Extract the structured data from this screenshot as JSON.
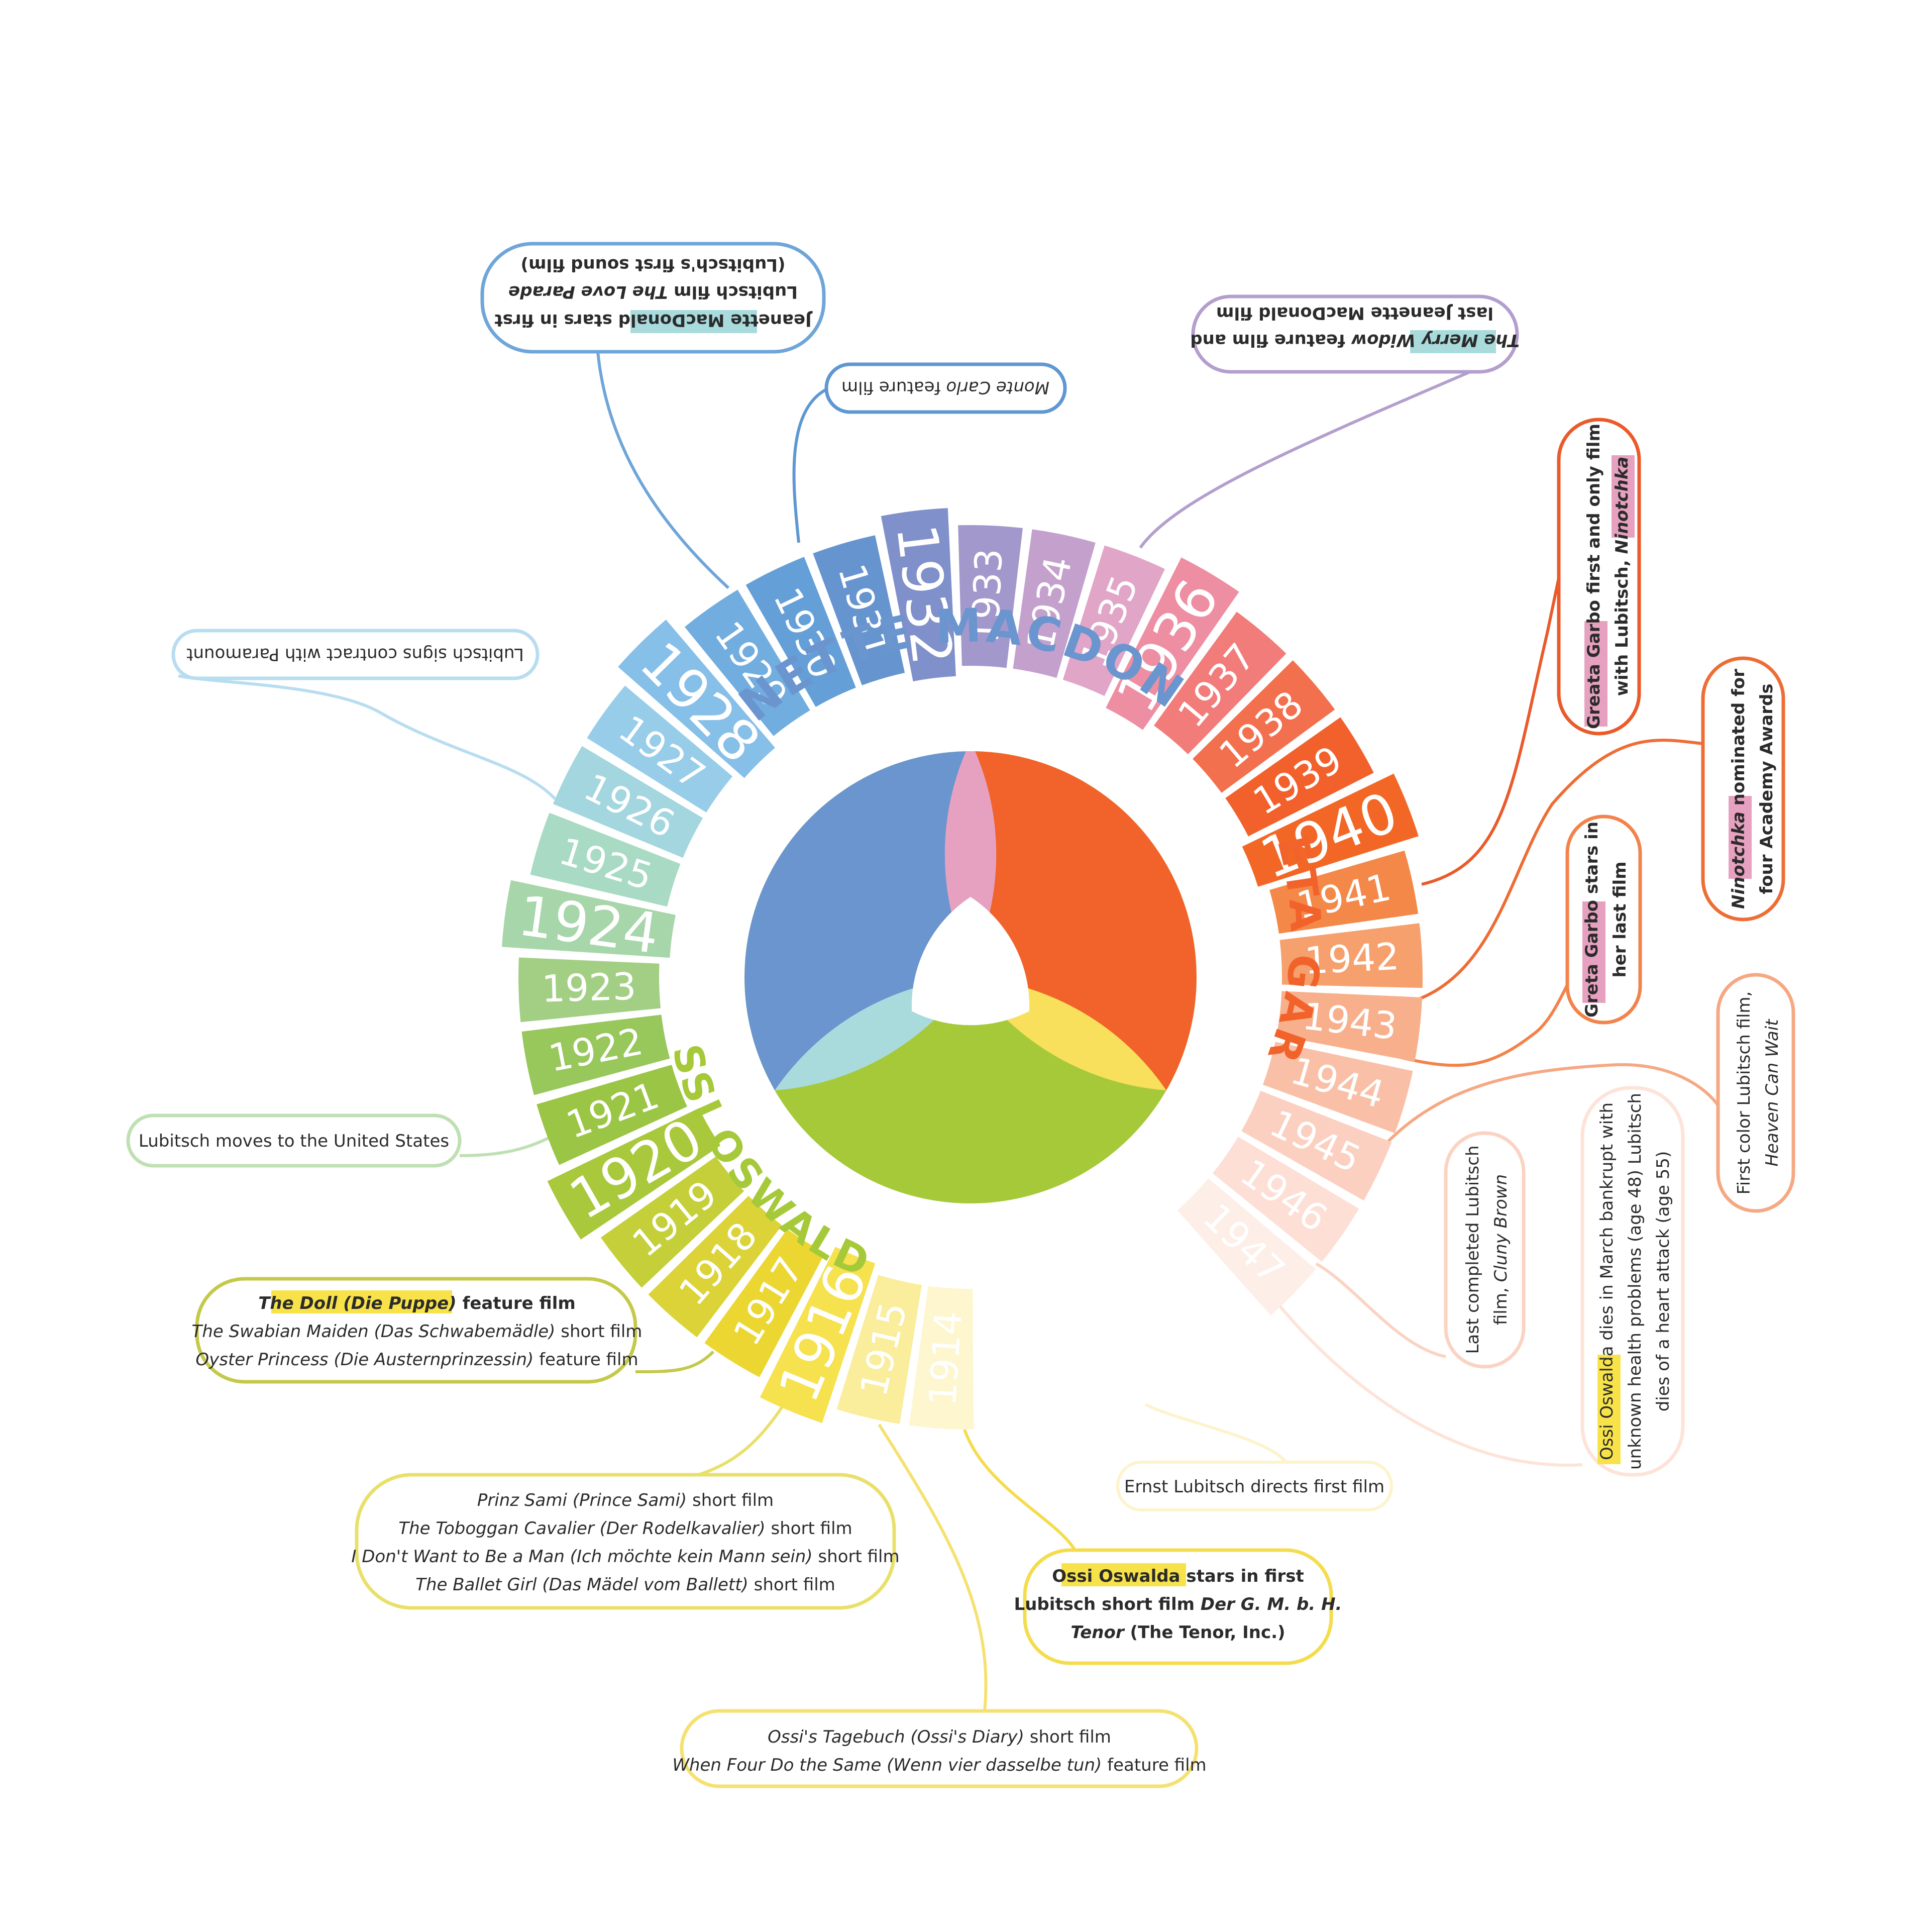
{
  "colors": {
    "jeanette": "#6b95cf",
    "greta": "#f1632a",
    "ossi": "#a6c93a",
    "pink": "#e7a1c0",
    "cyan": "#a9dbdd",
    "yellow": "#f8df5c",
    "highlight_yellow": "#f7e349",
    "highlight_cyan": "#a9dbdd",
    "highlight_pink": "#e7a1c0"
  },
  "actresses": {
    "jeanette": "JEANETTE MACDONALD",
    "greta": "GRETA GARBO",
    "ossi": "OSSI OSWALDA"
  },
  "years": [
    {
      "year": "1914",
      "color": "#fdf6cf",
      "emphasis": false
    },
    {
      "year": "1915",
      "color": "#faed9c",
      "emphasis": false
    },
    {
      "year": "1916",
      "color": "#f6e14f",
      "emphasis": true
    },
    {
      "year": "1917",
      "color": "#ecd632",
      "emphasis": false
    },
    {
      "year": "1918",
      "color": "#dbd338",
      "emphasis": false
    },
    {
      "year": "1919",
      "color": "#c4cf3a",
      "emphasis": false
    },
    {
      "year": "1920",
      "color": "#a9c83c",
      "emphasis": true
    },
    {
      "year": "1921",
      "color": "#9bc544",
      "emphasis": false
    },
    {
      "year": "1922",
      "color": "#98c75c",
      "emphasis": false
    },
    {
      "year": "1923",
      "color": "#a2cf83",
      "emphasis": false
    },
    {
      "year": "1924",
      "color": "#a6d6a9",
      "emphasis": true
    },
    {
      "year": "1925",
      "color": "#a8dac4",
      "emphasis": false
    },
    {
      "year": "1926",
      "color": "#a3d6df",
      "emphasis": false
    },
    {
      "year": "1927",
      "color": "#97cde9",
      "emphasis": false
    },
    {
      "year": "1928",
      "color": "#86bfe8",
      "emphasis": true
    },
    {
      "year": "1929",
      "color": "#72addf",
      "emphasis": false
    },
    {
      "year": "1930",
      "color": "#659fd8",
      "emphasis": false
    },
    {
      "year": "1931",
      "color": "#6694cf",
      "emphasis": false
    },
    {
      "year": "1932",
      "color": "#7f90cb",
      "emphasis": true
    },
    {
      "year": "1933",
      "color": "#a398cb",
      "emphasis": false
    },
    {
      "year": "1934",
      "color": "#c4a0cc",
      "emphasis": false
    },
    {
      "year": "1935",
      "color": "#e1a5c7",
      "emphasis": false
    },
    {
      "year": "1936",
      "color": "#ee8ea3",
      "emphasis": true
    },
    {
      "year": "1937",
      "color": "#f17c7a",
      "emphasis": false
    },
    {
      "year": "1938",
      "color": "#f3704f",
      "emphasis": false
    },
    {
      "year": "1939",
      "color": "#f2612c",
      "emphasis": false
    },
    {
      "year": "1940",
      "color": "#f26726",
      "emphasis": true
    },
    {
      "year": "1941",
      "color": "#f48849",
      "emphasis": false
    },
    {
      "year": "1942",
      "color": "#f6a06d",
      "emphasis": false
    },
    {
      "year": "1943",
      "color": "#f8b08c",
      "emphasis": false
    },
    {
      "year": "1944",
      "color": "#f9c0a7",
      "emphasis": false
    },
    {
      "year": "1945",
      "color": "#fbd0c0",
      "emphasis": false
    },
    {
      "year": "1946",
      "color": "#fddfd5",
      "emphasis": false
    },
    {
      "year": "1947",
      "color": "#feeee8",
      "emphasis": false
    }
  ],
  "events": {
    "e1916_first": {
      "text": "Ernst Lubitsch directs first film"
    },
    "e1916_ossi": {
      "hl": "Ossi Oswalda",
      "line1": " stars in first",
      "line2a": "Lubitsch short film ",
      "line2b": "Der G. M. b. H.",
      "line3a": "Tenor",
      "line3b": " (The Tenor, Inc.)"
    },
    "e1917": {
      "l1i": "Ossi's Tagebuch (Ossi's Diary)",
      "l1": " short film",
      "l2i": "When Four Do the Same (Wenn vier dasselbe tun)",
      "l2": " feature film"
    },
    "e1918": {
      "l1i": "Prinz Sami (Prince Sami)",
      "l1": " short film",
      "l2i": "The Toboggan Cavalier (Der Rodelkavalier)",
      "l2": " short film",
      "l3i": "I Don't Want to Be a Man (Ich möchte kein Mann sein)",
      "l3": " short film",
      "l4i": "The Ballet Girl (Das Mädel vom Ballett)",
      "l4": " short film"
    },
    "e1919": {
      "hl": "The Doll (Die Puppe)",
      "l1": " feature film",
      "l2i": "The Swabian Maiden (Das Schwabemädle)",
      "l2": " short film",
      "l3i": "Oyster Princess (Die Austernprinzessin)",
      "l3": " feature film"
    },
    "e1922": {
      "text": "Lubitsch moves to the United States"
    },
    "e1926": {
      "text": "Lubitsch signs contract with Paramount"
    },
    "e1929": {
      "hl": "Jeanette MacDonald",
      "l1": " stars in first",
      "l2a": "Lubitsch film ",
      "l2i": "The Love Parade",
      "l3": "(Lubitsch's first sound film)"
    },
    "e1930": {
      "l1i": "Monte Carlo",
      "l1": " feature film"
    },
    "e1934": {
      "hl": "The Merry Widow",
      "l1": " feature film and",
      "l2": "last Jeanette MacDonald film"
    },
    "e1939": {
      "hl": "Greata Garbo",
      "l1": " first and only film",
      "l2": "with Lubitsch, ",
      "l2hl": "Ninotchka"
    },
    "e1940_nom": {
      "hl": "Ninotchka",
      "l1": " nominated for",
      "l2": "four Academy Awards"
    },
    "e1941": {
      "hl": "Greta Garbo",
      "l1": " stars in",
      "l2": "her last film"
    },
    "e1943": {
      "l1": "First color Lubitsch film,",
      "l2i": "Heaven Can Wait"
    },
    "e1946": {
      "l1": "Last completed Lubitsch",
      "l2a": "film, ",
      "l2i": "Cluny Brown"
    },
    "e1947": {
      "hl": "Ossi Oswalda",
      "l1": " dies in March bankrupt with",
      "l2": "unknown health problems (age 48) Lubitsch",
      "l3": "dies of a heart attack (age 55)"
    }
  }
}
